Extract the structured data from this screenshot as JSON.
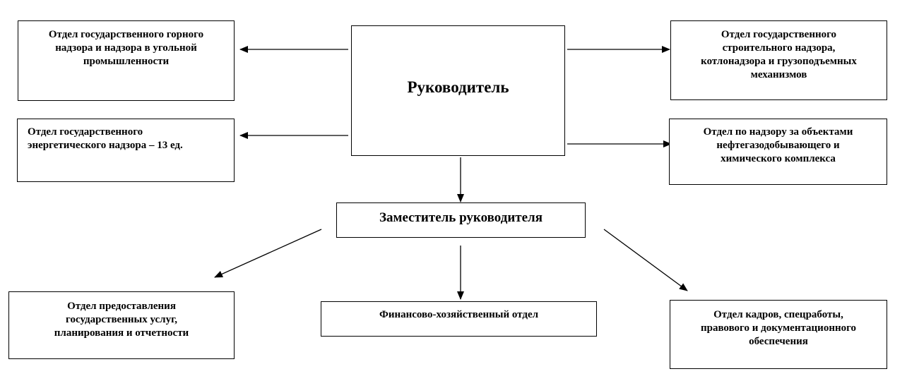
{
  "head": {
    "label": "Руководитель"
  },
  "deputy": {
    "label": "Заместитель руководителя"
  },
  "departments": {
    "mining": {
      "lines": [
        "Отдел государственного горного",
        "надзора и надзора в угольной",
        "промышленности"
      ]
    },
    "energy": {
      "lines": [
        "Отдел  государственного",
        "энергетического надзора – 13 ед."
      ]
    },
    "construction": {
      "lines": [
        "Отдел государственного",
        "строительного надзора,",
        "котлонадзора и грузоподъемных",
        "механизмов"
      ]
    },
    "oilgas": {
      "lines": [
        "Отдел  по надзору за объектами",
        "нефтегазодобывающего  и",
        "химического комплекса"
      ]
    },
    "services": {
      "lines": [
        "Отдел предоставления",
        "государственных услуг,",
        "планирования и отчетности"
      ]
    },
    "finance": {
      "lines": [
        "Финансово-хозяйственный  отдел"
      ]
    },
    "hr": {
      "lines": [
        "Отдел кадров, спецработы,",
        "правового и документационного",
        "обеспечения"
      ]
    }
  }
}
